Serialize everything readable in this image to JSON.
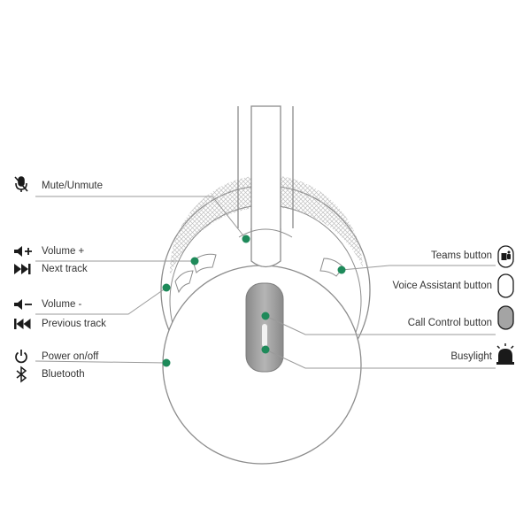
{
  "left_labels": {
    "mute": "Mute/Unmute",
    "volume_up": "Volume +",
    "next_track": "Next track",
    "volume_down": "Volume -",
    "previous_track": "Previous track",
    "power": "Power on/off",
    "bluetooth": "Bluetooth"
  },
  "right_labels": {
    "teams": "Teams button",
    "voice_assistant": "Voice Assistant button",
    "call_control": "Call Control button",
    "busylight": "Busylight"
  },
  "colors": {
    "callout_dot": "#1e8a5a",
    "line": "#9a9a9a",
    "outline": "#8c8c8c",
    "mesh": "#bdbdbd",
    "panel": "#9c9c9c",
    "icon": "#1a1a1a"
  },
  "icons": [
    "microphone-off-icon",
    "speaker-plus-icon",
    "next-track-icon",
    "speaker-minus-icon",
    "previous-track-icon",
    "power-icon",
    "bluetooth-icon",
    "teams-icon",
    "voice-assistant-icon",
    "call-control-icon",
    "busylight-icon"
  ]
}
